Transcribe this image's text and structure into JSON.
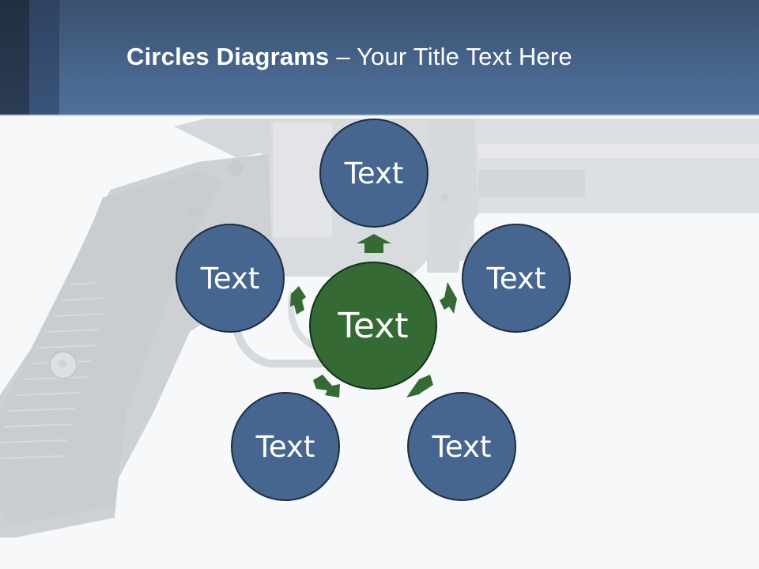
{
  "slide": {
    "title_bold": "Circles Diagrams",
    "title_separator": " – ",
    "title_rest": "Your Title Text Here",
    "background_image": "revolver-photo"
  },
  "diagram": {
    "center": {
      "label": "Text",
      "color": "#356a34"
    },
    "nodes": [
      {
        "position": "top",
        "label": "Text"
      },
      {
        "position": "left",
        "label": "Text"
      },
      {
        "position": "right",
        "label": "Text"
      },
      {
        "position": "bottom-left",
        "label": "Text"
      },
      {
        "position": "bottom-right",
        "label": "Text"
      }
    ],
    "node_color": "#46668f",
    "arrow_color": "#356a34"
  },
  "colors": {
    "header_top": "#39506f",
    "header_bottom": "#4f7099",
    "background": "#f6f8fa"
  }
}
